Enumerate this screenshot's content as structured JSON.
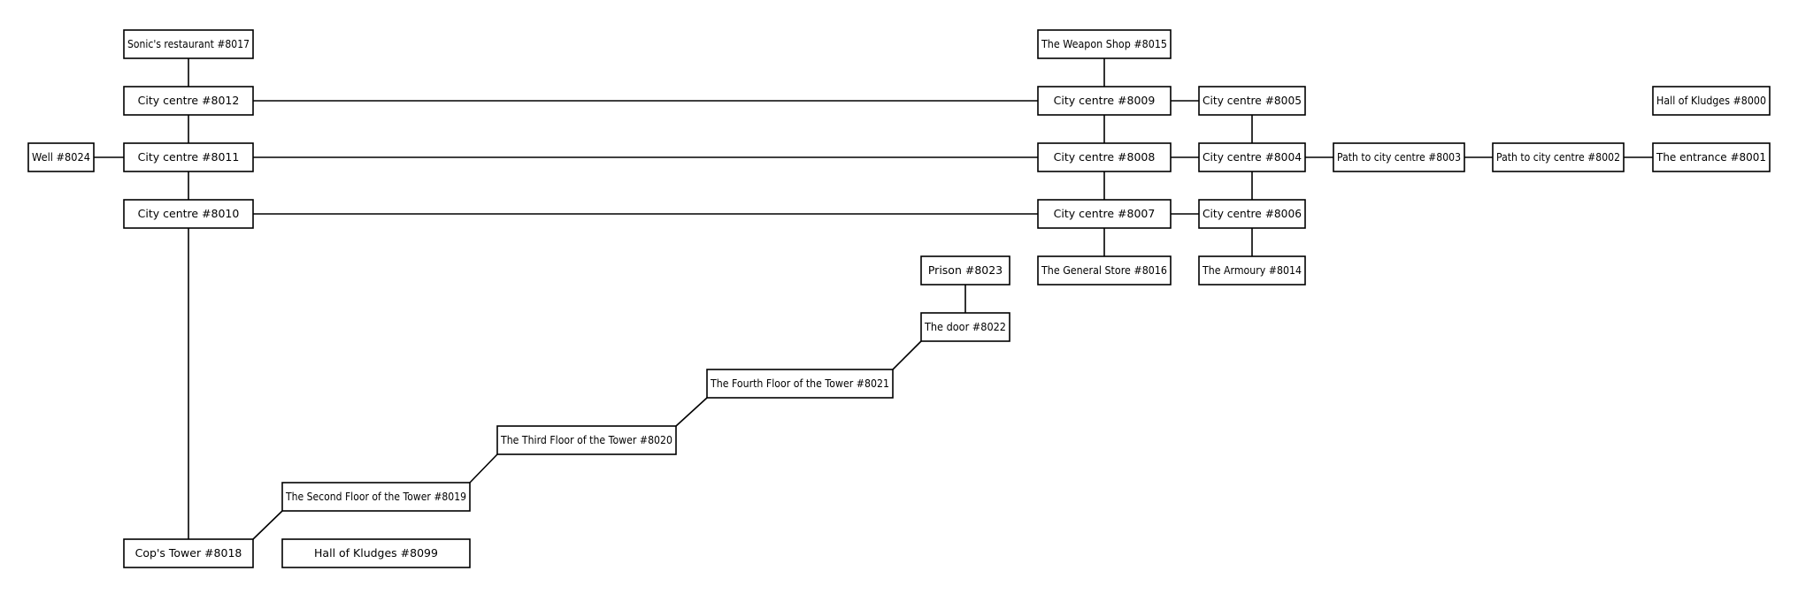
{
  "nodes": {
    "n8017": "Sonic's restaurant #8017",
    "n8012": "City centre #8012",
    "n8011": "City centre #8011",
    "n8010": "City centre #8010",
    "n8024": "Well #8024",
    "n8018": "Cop's Tower #8018",
    "n8099": "Hall of Kludges #8099",
    "n8019": "The Second Floor of the Tower #8019",
    "n8020": "The Third Floor of the Tower #8020",
    "n8021": "The Fourth Floor of the Tower #8021",
    "n8022": "The door #8022",
    "n8023": "Prison #8023",
    "n8015": "The Weapon Shop #8015",
    "n8009": "City centre #8009",
    "n8008": "City centre #8008",
    "n8007": "City centre #8007",
    "n8016": "The General Store #8016",
    "n8005": "City centre #8005",
    "n8004": "City centre #8004",
    "n8006": "City centre #8006",
    "n8014": "The Armoury #8014",
    "n8003": "Path to city centre #8003",
    "n8002": "Path to city centre #8002",
    "n8001": "The entrance #8001",
    "n8000": "Hall of Kludges #8000"
  },
  "edges": [
    [
      "n8017",
      "n8012"
    ],
    [
      "n8012",
      "n8011"
    ],
    [
      "n8011",
      "n8010"
    ],
    [
      "n8024",
      "n8011"
    ],
    [
      "n8010",
      "n8018"
    ],
    [
      "n8012",
      "n8009"
    ],
    [
      "n8011",
      "n8008"
    ],
    [
      "n8010",
      "n8007"
    ],
    [
      "n8015",
      "n8009"
    ],
    [
      "n8009",
      "n8008"
    ],
    [
      "n8008",
      "n8007"
    ],
    [
      "n8007",
      "n8016"
    ],
    [
      "n8009",
      "n8005"
    ],
    [
      "n8008",
      "n8004"
    ],
    [
      "n8007",
      "n8006"
    ],
    [
      "n8005",
      "n8004"
    ],
    [
      "n8004",
      "n8006"
    ],
    [
      "n8006",
      "n8014"
    ],
    [
      "n8004",
      "n8003"
    ],
    [
      "n8003",
      "n8002"
    ],
    [
      "n8002",
      "n8001"
    ],
    [
      "n8023",
      "n8022"
    ],
    [
      "n8022",
      "n8021"
    ],
    [
      "n8021",
      "n8020"
    ],
    [
      "n8020",
      "n8019"
    ],
    [
      "n8019",
      "n8018"
    ]
  ]
}
